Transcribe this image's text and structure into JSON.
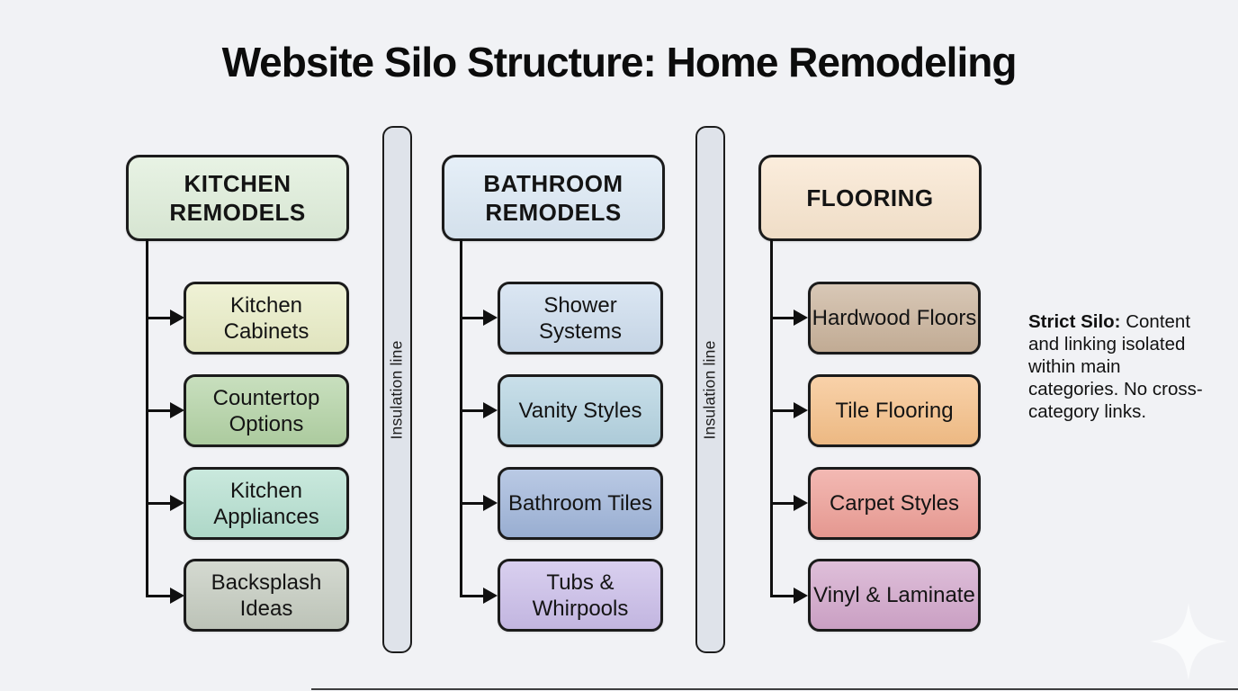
{
  "title": "Website Silo Structure: Home Remodeling",
  "page_background": "#f1f2f5",
  "border_color": "#1b1b1b",
  "insulation_label": "Insulation line",
  "insulation_bar_color": "#dfe3ea",
  "annotation": {
    "bold": "Strict Silo:",
    "text": " Content and linking isolated within main categories. No cross-category links."
  },
  "icons": [
    {
      "name": "sparkle-icon",
      "color": "#fbfcfd"
    }
  ],
  "columns": [
    {
      "header": "KITCHEN REMODELS",
      "header_color": "#dfeeda",
      "children": [
        {
          "label": "Kitchen Cabinets",
          "color": "#e9edc6"
        },
        {
          "label": "Countertop Options",
          "color": "#b3d3a5"
        },
        {
          "label": "Kitchen Appliances",
          "color": "#b5e0d0"
        },
        {
          "label": "Backsplash Ideas",
          "color": "#c4cbbf"
        }
      ]
    },
    {
      "header": "BATHROOM REMODELS",
      "header_color": "#dce9f5",
      "children": [
        {
          "label": "Shower Systems",
          "color": "#cdddee"
        },
        {
          "label": "Vanity Styles",
          "color": "#b4d3e1"
        },
        {
          "label": "Bathroom Tiles",
          "color": "#9fb5da"
        },
        {
          "label": "Tubs & Whirpools",
          "color": "#cabde9"
        }
      ]
    },
    {
      "header": "FLOORING",
      "header_color": "#f9e6cf",
      "children": [
        {
          "label": "Hardwood Floors",
          "color": "#c9b29a"
        },
        {
          "label": "Tile Flooring",
          "color": "#f6c088"
        },
        {
          "label": "Carpet Styles",
          "color": "#ee9e96"
        },
        {
          "label": "Vinyl & Laminate",
          "color": "#d2a6cb"
        }
      ]
    }
  ]
}
